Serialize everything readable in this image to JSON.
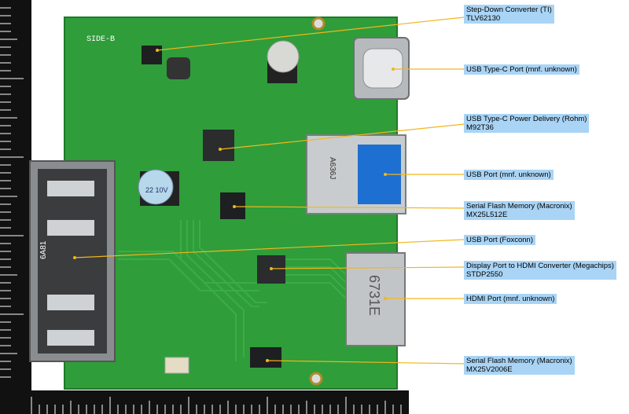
{
  "board": {
    "silkscreen_side": "SIDE-B",
    "silkscreen_code": "6A81",
    "ic_hdmi_port_mark": "6731E",
    "ic_usb_port_mark": "A636J",
    "cap_mark": "22 10V"
  },
  "callouts": [
    {
      "name": "Step-Down Converter (TI)",
      "part": "TLV62130"
    },
    {
      "name": "USB Type-C Port (mnf. unknown)",
      "part": ""
    },
    {
      "name": "USB Type-C Power Delivery (Rohm)",
      "part": "M92T36"
    },
    {
      "name": "USB Port (mnf. unknown)",
      "part": ""
    },
    {
      "name": "Serial Flash Memory (Macronix)",
      "part": "MX25L512E"
    },
    {
      "name": "USB Port (Foxconn)",
      "part": ""
    },
    {
      "name": "Display Port to HDMI Converter (Megachips)",
      "part": "STDP2550"
    },
    {
      "name": "HDMI Port (mnf. unknown)",
      "part": ""
    },
    {
      "name": "Serial Flash Memory (Macronix)",
      "part": "MX25V2006E"
    }
  ],
  "colors": {
    "pcb": "#2f9d3a",
    "pcb_dark": "#1f7a2a",
    "callout_bg": "#a9d4f5",
    "leader_line": "#f2b61c"
  }
}
